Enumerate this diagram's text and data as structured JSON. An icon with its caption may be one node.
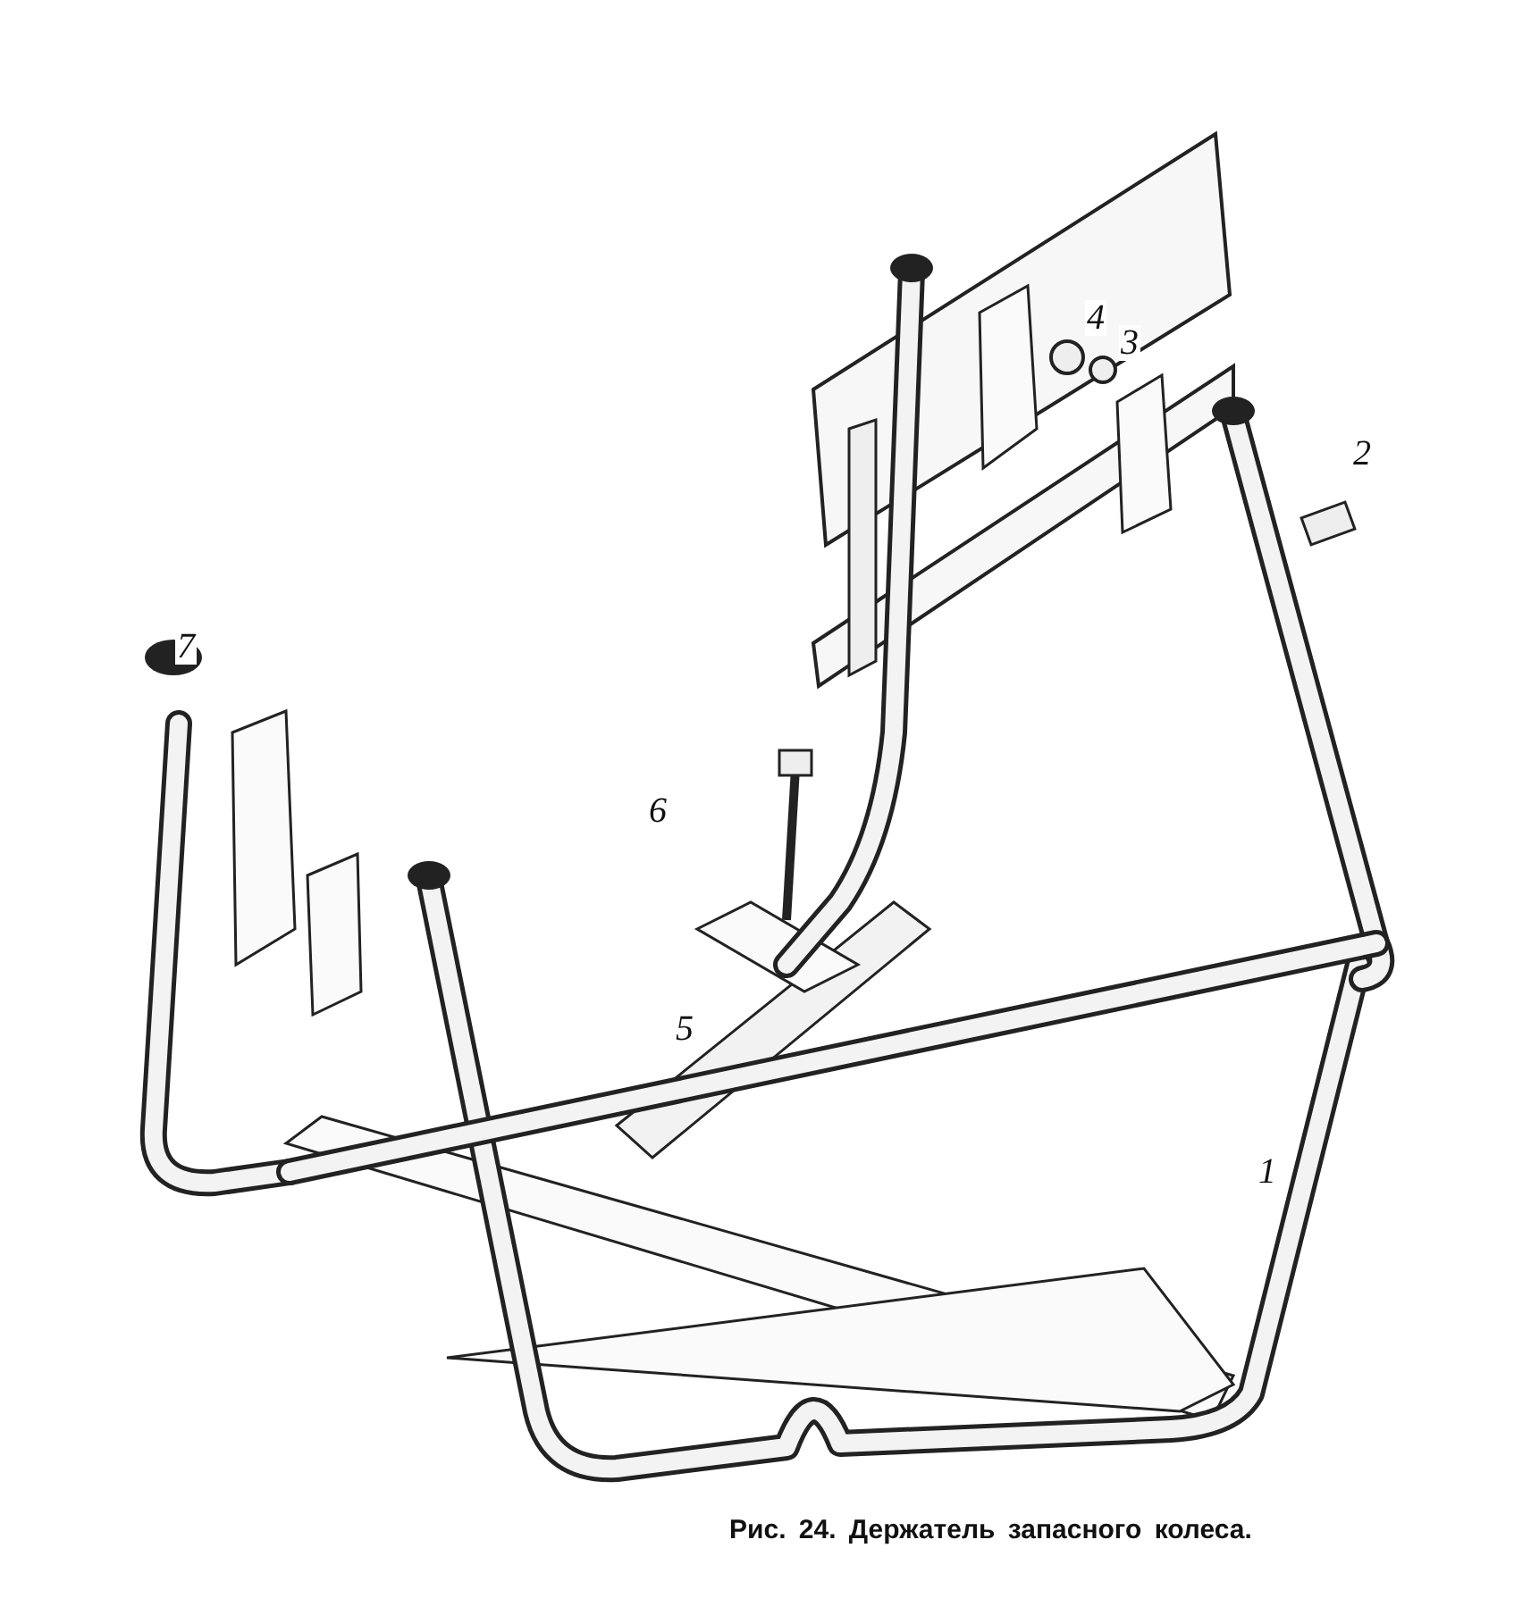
{
  "diagram": {
    "caption": "Рис. 24. Держатель запасного колеса.",
    "labels": [
      "4",
      "3",
      "2",
      "7",
      "6",
      "5",
      "1"
    ]
  }
}
